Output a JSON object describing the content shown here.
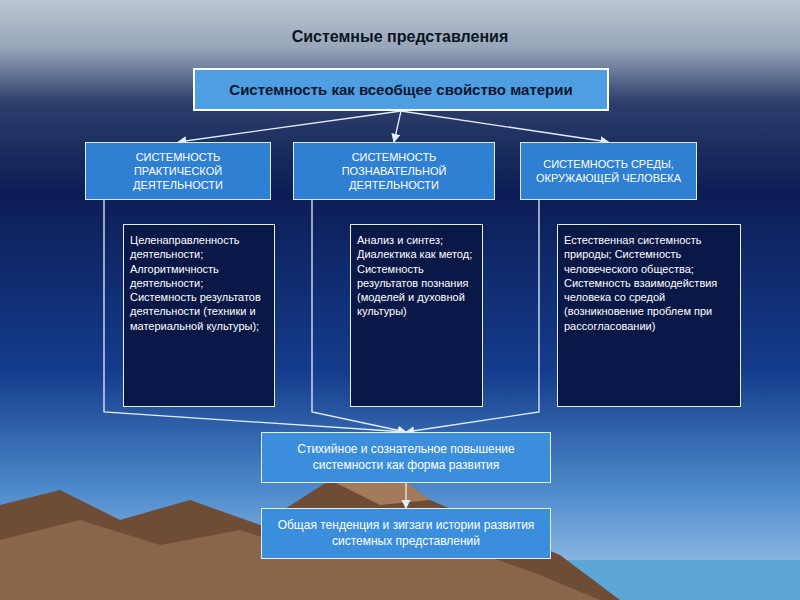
{
  "diagram": {
    "title": "Системные представления",
    "nodes": [
      {
        "text": [
          "Системность как всеобщее свойство материи"
        ]
      },
      {
        "text": [
          "СИСТЕМНОСТЬ ПРАКТИЧЕСКОЙ ДЕЯТЕЛЬНОСТИ"
        ]
      },
      {
        "text": [
          "СИСТЕМНОСТЬ ПОЗНАВАТЕЛЬНОЙ ДЕЯТЕЛЬНОСТИ"
        ]
      },
      {
        "text": [
          "СИСТЕМНОСТЬ СРЕДЫ, ОКРУЖАЮЩЕЙ ЧЕЛОВЕКА"
        ]
      },
      {
        "text": [
          "Целенаправленность деятельности; Алгоритмичность деятельности; Системность результатов деятельности (техники и материальной культуры);"
        ]
      },
      {
        "text": [
          "Анализ и синтез; Диалектика как метод; Системность результатов познания (моделей и духовной культуры)"
        ]
      },
      {
        "text": [
          "Естественная системность природы; Системность человеческого общества; Системность взаимодействия человека со средой (возникновение проблем при рассогласовании)"
        ]
      },
      {
        "text": [
          "Стихийное и сознательное повышение системности как форма развития"
        ]
      },
      {
        "text": [
          "Общая тенденция и зигзаги истории развития системных представлений"
        ]
      }
    ],
    "edges": [
      {
        "from": 0,
        "to": 1,
        "arrow": "to"
      },
      {
        "from": 0,
        "to": 2,
        "arrow": "to"
      },
      {
        "from": 0,
        "to": 3,
        "arrow": "to"
      },
      {
        "from": 1,
        "to": 7,
        "arrow": "to"
      },
      {
        "from": 2,
        "to": 7,
        "arrow": "to"
      },
      {
        "from": 3,
        "to": 7,
        "arrow": "to"
      },
      {
        "from": 7,
        "to": 8,
        "arrow": "to"
      }
    ]
  }
}
